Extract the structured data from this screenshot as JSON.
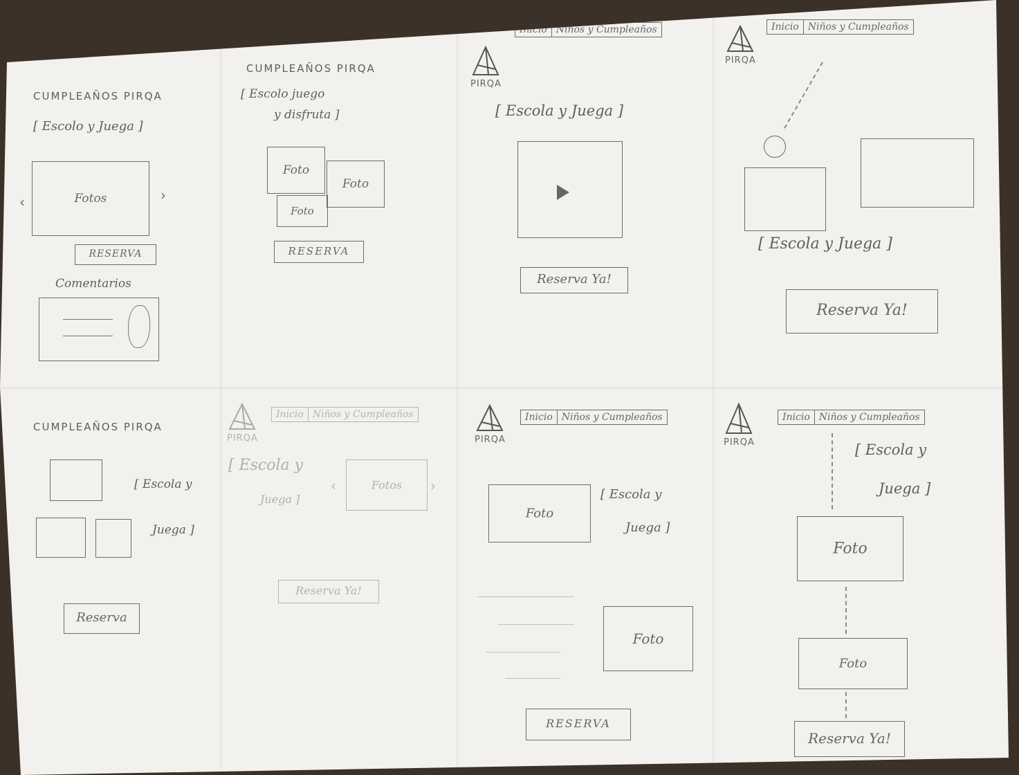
{
  "brand": "PIRQA",
  "nav": {
    "inicio": "Inicio",
    "ninos": "Niños y Cumpleaños"
  },
  "panel1": {
    "title": "CUMPLEAÑOS PIRQA",
    "tagline": "[ Escolo y Juega ]",
    "photo": "Fotos",
    "button": "RESERVA",
    "section": "Comentarios"
  },
  "panel2": {
    "title": "CUMPLEAÑOS PIRQA",
    "tagline_l1": "[ Escolo juego",
    "tagline_l2": "y disfruta ]",
    "photo1": "Foto",
    "photo2": "Foto",
    "photo3": "Foto",
    "button": "RESERVA"
  },
  "panel3": {
    "tagline": "[ Escola y Juega ]",
    "button": "Reserva Ya!"
  },
  "panel4": {
    "tagline": "[ Escola y Juega ]",
    "button": "Reserva Ya!"
  },
  "panel5": {
    "title": "CUMPLEAÑOS PIRQA",
    "tagline_l1": "[ Escola y",
    "tagline_l2": "Juega ]",
    "button": "Reserva"
  },
  "panel6": {
    "tagline_l1": "[ Escola y",
    "tagline_l2": "Juega ]",
    "photo": "Fotos",
    "button": "Reserva Ya!"
  },
  "panel7": {
    "photo1": "Foto",
    "tagline_l1": "[ Escola y",
    "tagline_l2": "Juega ]",
    "photo2": "Foto",
    "button": "RESERVA"
  },
  "panel8": {
    "tagline_l1": "[ Escola y",
    "tagline_l2": "Juega ]",
    "photo1": "Foto",
    "photo2": "Foto",
    "button": "Reserva Ya!"
  }
}
